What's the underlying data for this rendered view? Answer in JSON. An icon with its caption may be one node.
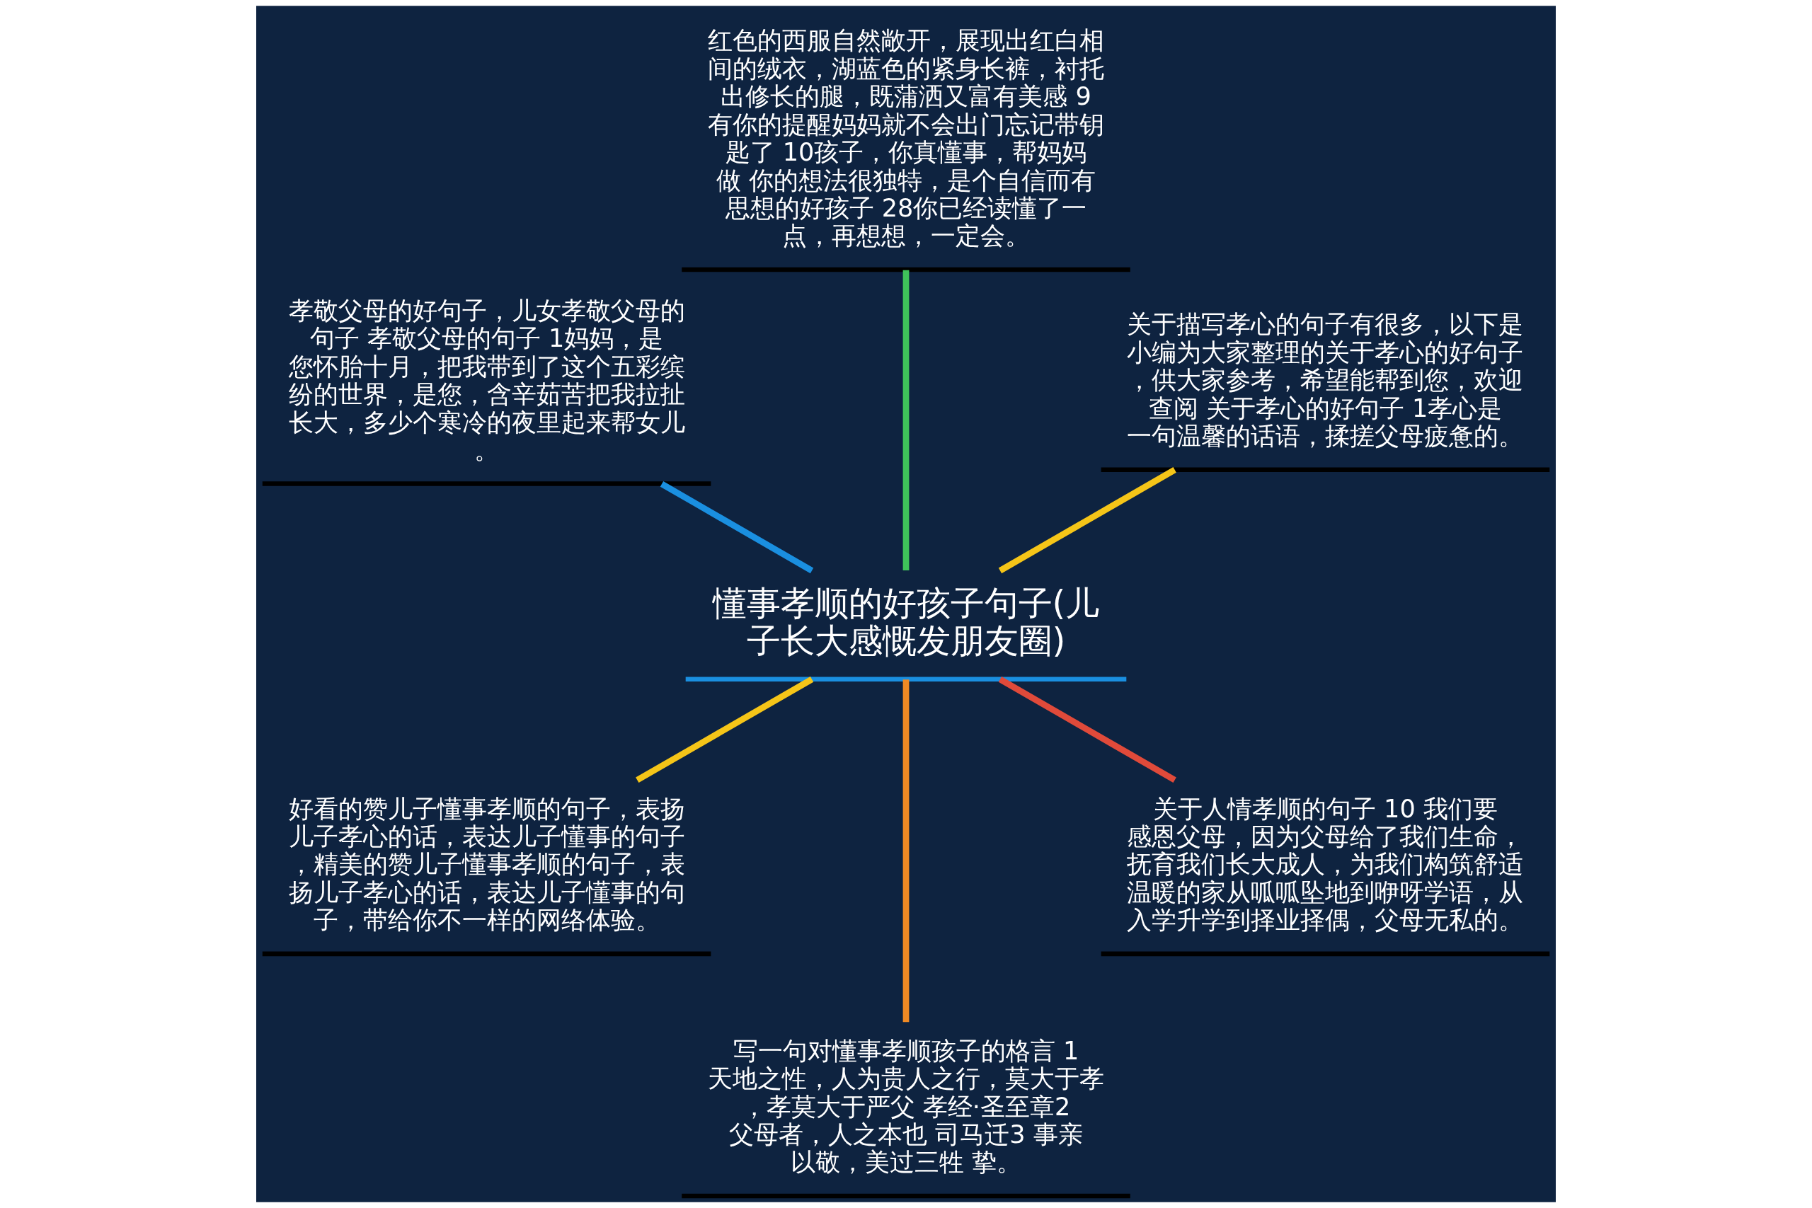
{
  "diagram": {
    "nodes": [
      {
        "text": [
          "懂事孝顺的好孩子句子(儿子长大感慨发朋友圈)"
        ]
      },
      {
        "text": [
          "关于描写孝心的句子有很多，以下是小编为大家整理的关于孝心的好句子，供大家参考，希望能帮到您，欢迎查阅 关于孝心的好句子 1孝心是一句温馨的话语，揉搓父母疲惫的。"
        ]
      },
      {
        "text": [
          "红色的西服自然敞开，展现出红白相间的绒衣，湖蓝色的紧身长裤，衬托出修长的腿，既蒲洒又富有美感 9有你的提醒妈妈就不会出门忘记带钥匙了 10孩子，你真懂事，帮妈妈做 你的想法很独特，是个自信而有思想的好孩子 28你已经读懂了一点，再想想，一定会。"
        ]
      },
      {
        "text": [
          "孝敬父母的好句子，儿女孝敬父母的句子 孝敬父母的句子 1妈妈，是您怀胎十月，把我带到了这个五彩缤纷的世界，是您，含辛茹苦把我拉扯长大，多少个寒冷的夜里起来帮女儿。"
        ]
      },
      {
        "text": [
          "好看的赞儿子懂事孝顺的句子，表扬儿子孝心的话，表达儿子懂事的句子，精美的赞儿子懂事孝顺的句子，表扬儿子孝心的话，表达儿子懂事的句子，带给你不一样的网络体验。"
        ]
      },
      {
        "text": [
          "写一句对懂事孝顺孩子的格言 1 天地之性，人为贵人之行，莫大于孝，孝莫大于严父 孝经·圣至章2 父母者，人之本也 司马迁3 事亲以敬，美过三牲 挚。"
        ]
      },
      {
        "text": [
          "关于人情孝顺的句子 10 我们要感恩父母，因为父母给了我们生命，抚育我们长大成人，为我们构筑舒适温暖的家从呱呱坠地到咿呀学语，从入学升学到择业择偶，父母无私的。"
        ]
      }
    ],
    "edges": [
      {
        "from": 0,
        "to": 1,
        "arrow": "none",
        "color": "#f5c518"
      },
      {
        "from": 0,
        "to": 2,
        "arrow": "none",
        "color": "#3fc35a"
      },
      {
        "from": 0,
        "to": 3,
        "arrow": "none",
        "color": "#1a8fe0"
      },
      {
        "from": 0,
        "to": 4,
        "arrow": "none",
        "color": "#f5c518"
      },
      {
        "from": 0,
        "to": 5,
        "arrow": "none",
        "color": "#f08a24"
      },
      {
        "from": 0,
        "to": 6,
        "arrow": "none",
        "color": "#e04a3a"
      }
    ]
  }
}
